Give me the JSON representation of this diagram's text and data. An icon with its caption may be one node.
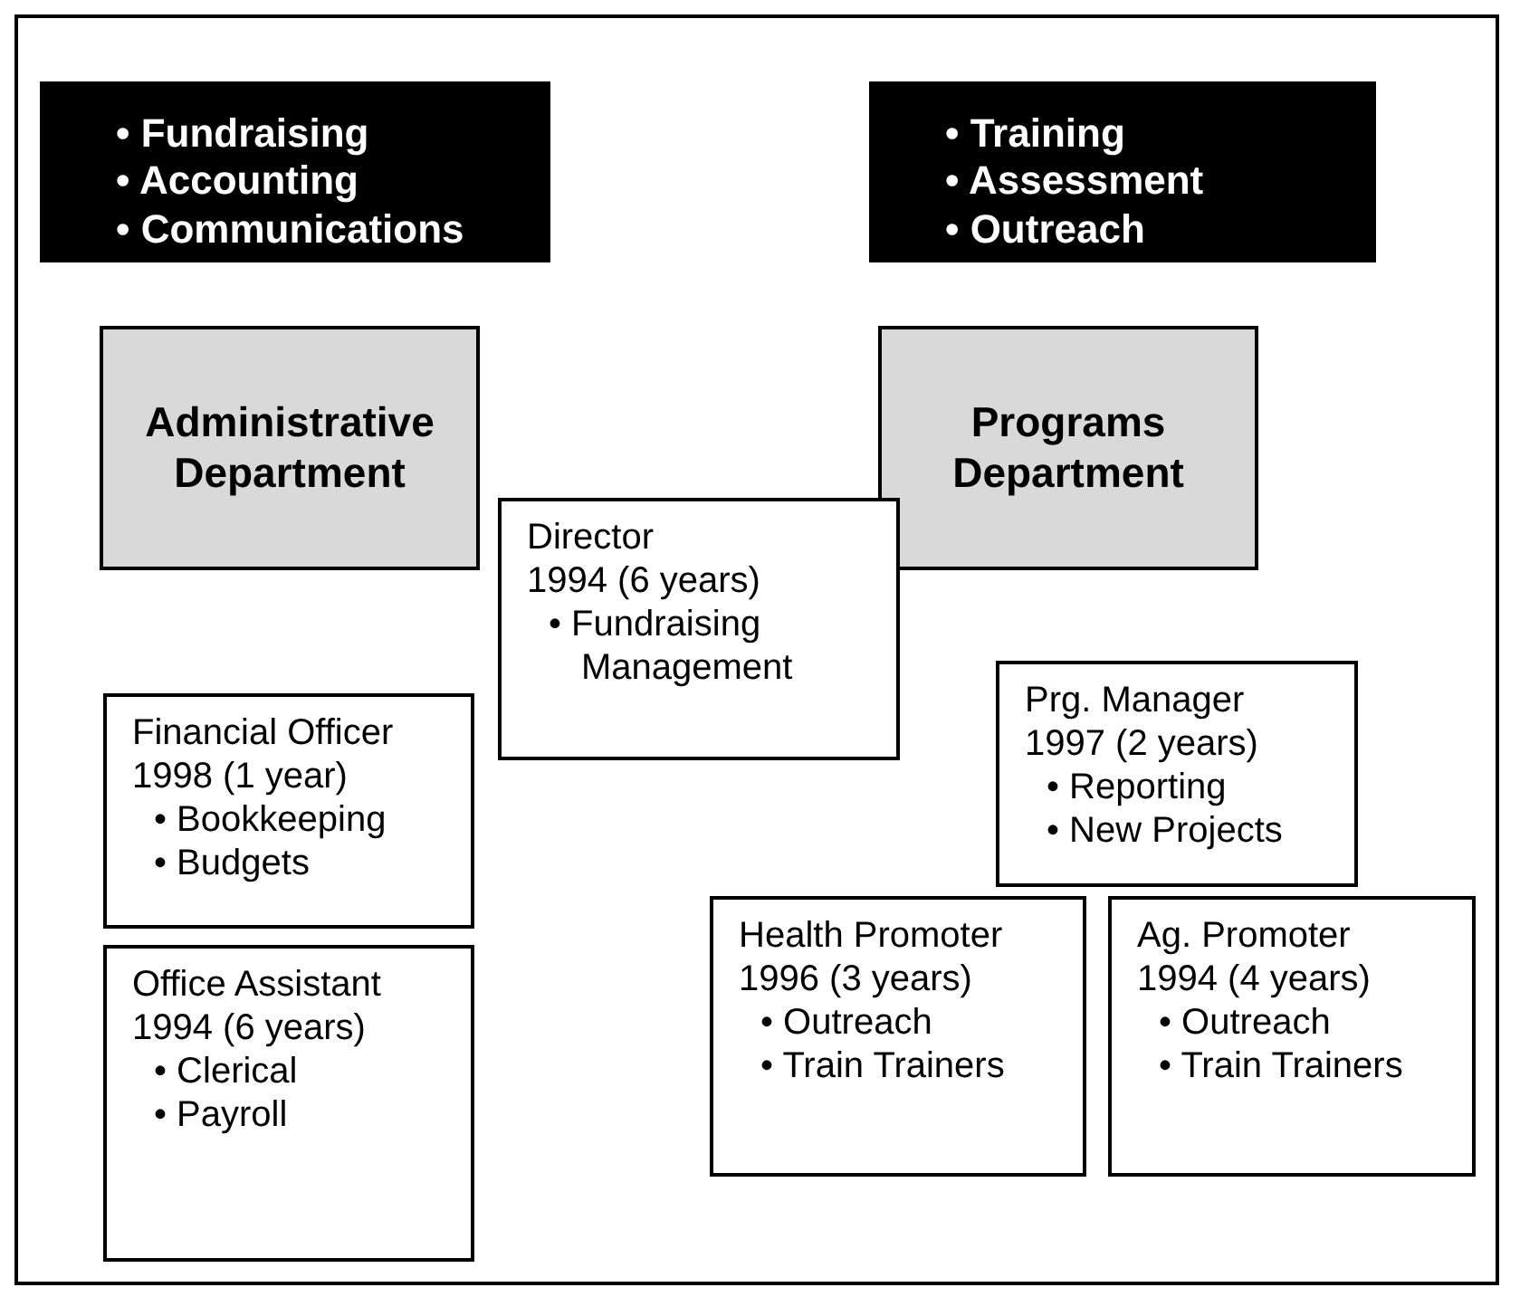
{
  "diagram": {
    "nodes": [
      {
        "text": [
          "• Fundraising",
          "• Accounting",
          "• Communications"
        ]
      },
      {
        "text": [
          "• Training",
          "• Assessment",
          "• Outreach"
        ]
      },
      {
        "text": [
          "Administrative Department"
        ]
      },
      {
        "text": [
          "Programs Department"
        ]
      },
      {
        "text": [
          "Director",
          "1994 (6 years)",
          "• Fundraising Management"
        ]
      },
      {
        "text": [
          "Prg. Manager",
          "1997 (2 years)",
          "• Reporting",
          "• New Projects"
        ]
      },
      {
        "text": [
          "Financial Officer",
          "1998 (1 year)",
          "• Bookkeeping",
          "• Budgets"
        ]
      },
      {
        "text": [
          "Health Promoter",
          "1996 (3 years)",
          "• Outreach",
          "• Train Trainers"
        ]
      },
      {
        "text": [
          "Ag. Promoter",
          "1994 (4 years)",
          "• Outreach",
          "• Train Trainers"
        ]
      },
      {
        "text": [
          "Office Assistant",
          "1994 (6 years)",
          "• Clerical",
          "• Payroll"
        ]
      }
    ]
  }
}
